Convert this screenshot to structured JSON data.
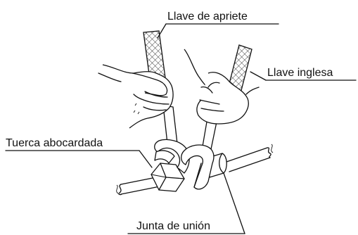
{
  "labels": {
    "torque_wrench": "Llave de apriete",
    "adjustable_wrench": "Llave inglesa",
    "flare_nut": "Tuerca abocardada",
    "union_joint": "Junta de unión"
  },
  "icons": {
    "torque_wrench": "torque-wrench-icon",
    "adjustable_wrench": "adjustable-wrench-icon",
    "flare_nut": "flare-nut-icon",
    "union_joint": "union-joint-icon"
  },
  "colors": {
    "ink": "#111111",
    "background": "#ffffff"
  }
}
